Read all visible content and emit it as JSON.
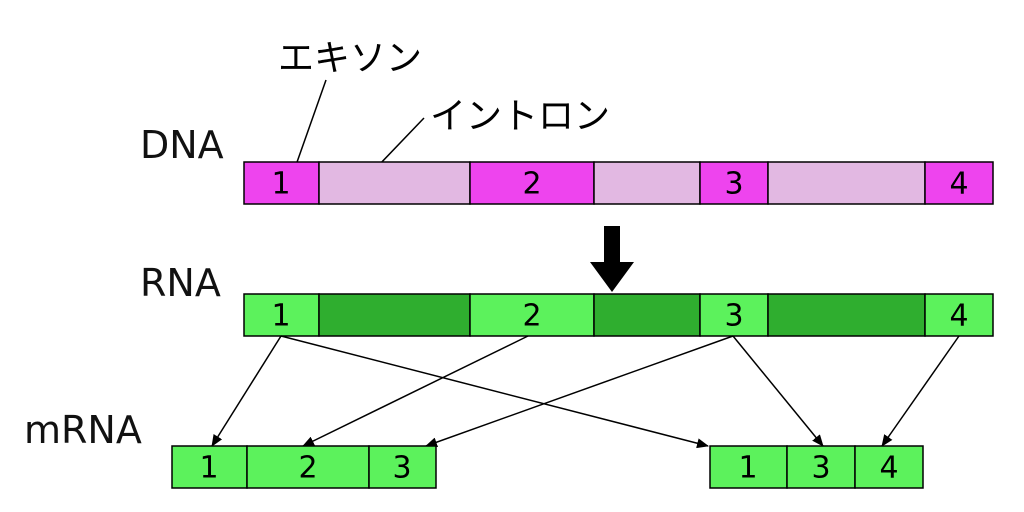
{
  "rows": [
    {
      "label": "DNA",
      "segments": [
        {
          "kind": "exon",
          "number": "1"
        },
        {
          "kind": "intron",
          "number": ""
        },
        {
          "kind": "exon",
          "number": "2"
        },
        {
          "kind": "intron",
          "number": ""
        },
        {
          "kind": "exon",
          "number": "3"
        },
        {
          "kind": "intron",
          "number": ""
        },
        {
          "kind": "exon",
          "number": "4"
        }
      ]
    },
    {
      "label": "RNA",
      "segments": [
        {
          "kind": "exon",
          "number": "1"
        },
        {
          "kind": "intron",
          "number": ""
        },
        {
          "kind": "exon",
          "number": "2"
        },
        {
          "kind": "intron",
          "number": ""
        },
        {
          "kind": "exon",
          "number": "3"
        },
        {
          "kind": "intron",
          "number": ""
        },
        {
          "kind": "exon",
          "number": "4"
        }
      ]
    }
  ],
  "mrna": {
    "label": "mRNA",
    "variant_a": [
      "1",
      "2",
      "3"
    ],
    "variant_b": [
      "1",
      "3",
      "4"
    ]
  },
  "annotations": {
    "exon": "エキソン",
    "intron": "イントロン"
  },
  "colors": {
    "dna_exon": "#ee44ee",
    "dna_intron": "#e2b8e2",
    "rna_exon": "#5cf25c",
    "rna_intron": "#2fae2f",
    "stroke": "#000000"
  }
}
